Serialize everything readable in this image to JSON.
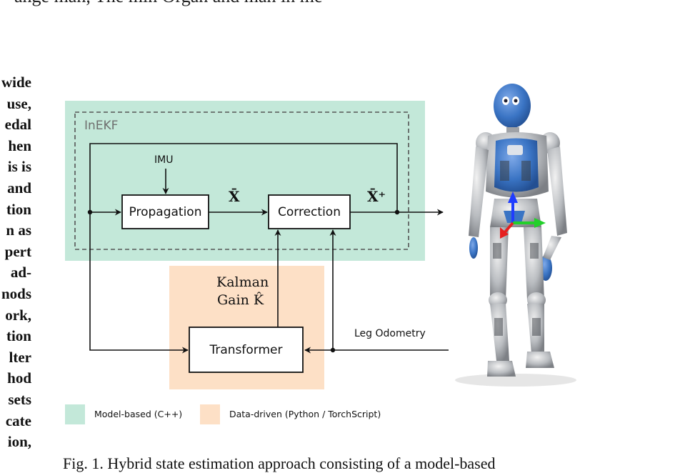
{
  "top_text": "ange man, The min Organ and man in me",
  "side_text": [
    "wide",
    "use,",
    "edal",
    "hen",
    "is is",
    "and",
    "tion",
    "n as",
    "pert",
    "ad-",
    "nods",
    "ork,",
    "tion",
    "lter",
    "hod",
    "sets",
    "cate",
    "ion,"
  ],
  "diagram": {
    "inekf_label": "InEKF",
    "imu_label": "IMU",
    "propagation_label": "Propagation",
    "correction_label": "Correction",
    "transformer_label": "Transformer",
    "xbar_label": "X̄",
    "xbar_plus_label": "X̄⁺",
    "kalman_line1": "Kalman",
    "kalman_line2": "Gain K̂",
    "leg_odometry_label": "Leg Odometry",
    "colors": {
      "model_based": "#c3e8d9",
      "data_driven": "#fde0c6",
      "robot_blue": "#3a74c4"
    }
  },
  "legend": {
    "model_based": "Model-based (C++)",
    "data_driven": "Data-driven (Python / TorchScript)"
  },
  "caption": "Fig. 1.   Hybrid state estimation approach consisting of a model-based"
}
